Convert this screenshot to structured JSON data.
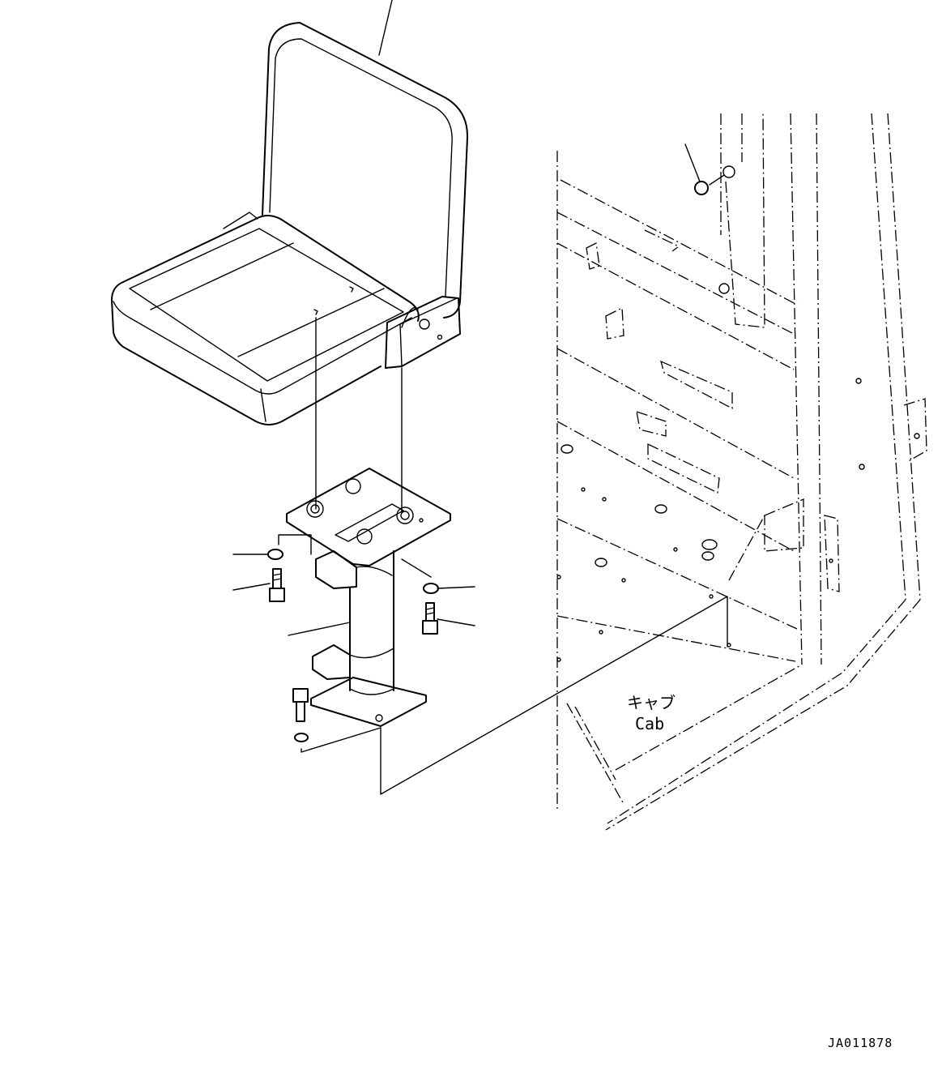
{
  "labels": {
    "cab_japanese": "キャブ",
    "cab_english": "Cab",
    "drawing_code": "JA011878"
  }
}
